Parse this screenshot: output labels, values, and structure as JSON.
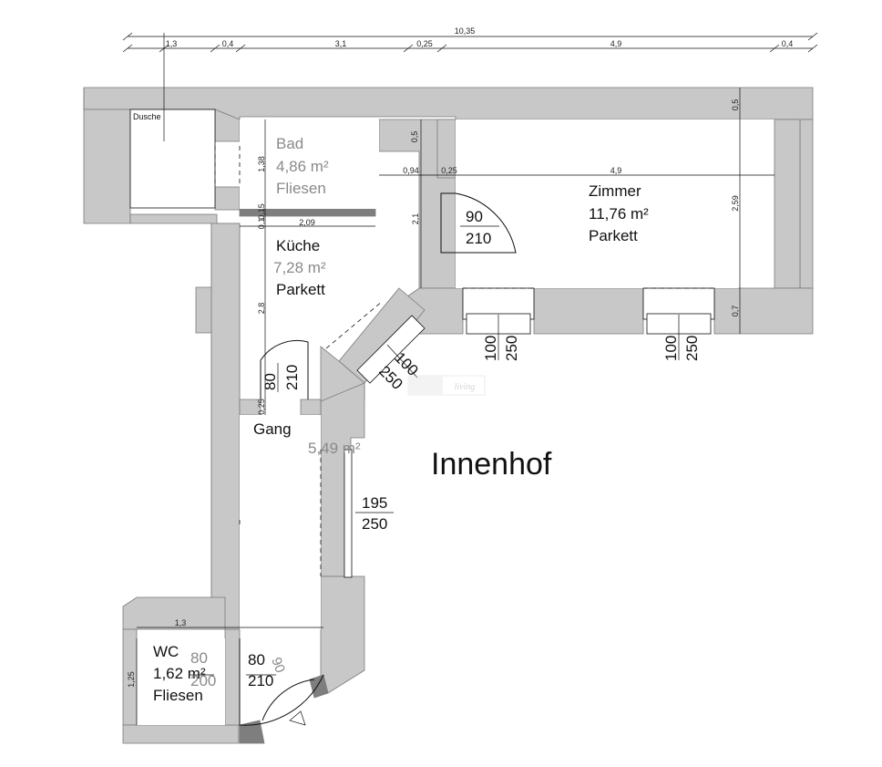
{
  "dimensions": {
    "total": "10,35",
    "segments": [
      "1,3",
      "0,4",
      "3,1",
      "0,25",
      "4,9",
      "0,4"
    ],
    "bath_height": "1,38",
    "wall_a": "0,15",
    "wall_b": "0,1",
    "kitchen_width": "2,09",
    "kitchen_height": "2,8",
    "wall_c": "0,25",
    "wall_d": "0,5",
    "corr_a": "0,94",
    "corr_b": "0,25",
    "room_width": "4,9",
    "room_depth": "2,59",
    "wall_top_right": "0,5",
    "wall_bottom_right": "0,7",
    "door_depth": "2,1",
    "wc_width": "1,3",
    "wc_height": "1,25"
  },
  "rooms": {
    "shower": "Dusche",
    "bath": {
      "name": "Bad",
      "area": "4,86 m²",
      "floor": "Fliesen"
    },
    "kitchen": {
      "name": "Küche",
      "area": "7,28 m²",
      "floor": "Parkett"
    },
    "room": {
      "name": "Zimmer",
      "area": "11,76 m²",
      "floor": "Parkett"
    },
    "hall": {
      "name": "Gang",
      "area": "5,49 m²"
    },
    "wc": {
      "name": "WC",
      "area": "1,62 m²",
      "floor": "Fliesen"
    },
    "courtyard": "Innenhof"
  },
  "openings": {
    "room_door": {
      "w": "90",
      "h": "210"
    },
    "kitchen_door": {
      "w": "80",
      "h": "210"
    },
    "diag_window": {
      "w": "100",
      "h": "250"
    },
    "window1": {
      "w": "100",
      "h": "250"
    },
    "window2": {
      "w": "100",
      "h": "250"
    },
    "hall_window": {
      "w": "195",
      "h": "250"
    },
    "wc_window": {
      "w": "80",
      "h": "200"
    },
    "wc_door": {
      "w": "80",
      "h": "210"
    },
    "entry_door": {
      "w": "90"
    }
  },
  "watermark": "living"
}
